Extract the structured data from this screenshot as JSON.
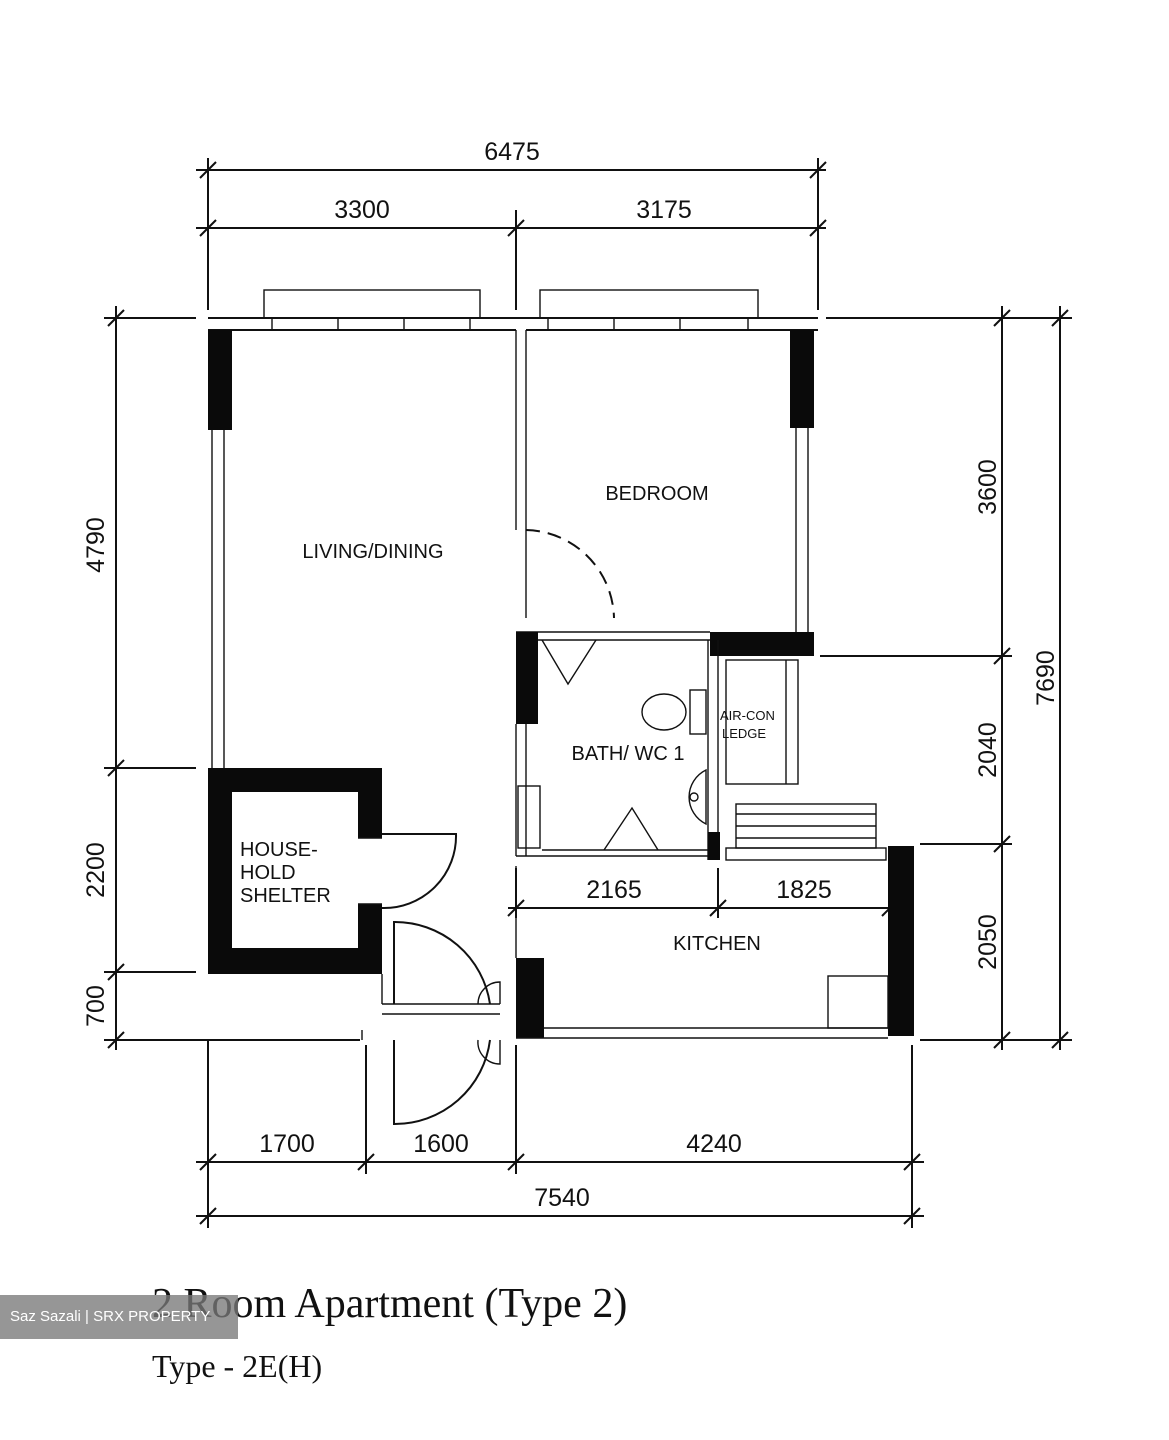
{
  "plan": {
    "dimensions": {
      "top_total": "6475",
      "top_left": "3300",
      "top_right": "3175",
      "left_upper": "4790",
      "left_middle": "2200",
      "left_lower": "700",
      "right_inner_top": "3600",
      "right_inner_middle": "2040",
      "right_inner_bottom": "2050",
      "right_total": "7690",
      "interior_left": "2165",
      "interior_right": "1825",
      "bottom_a": "1700",
      "bottom_b": "1600",
      "bottom_c": "4240",
      "bottom_total": "7540"
    },
    "rooms": {
      "living": "LIVING/DINING",
      "bedroom": "BEDROOM",
      "bath": "BATH/ WC 1",
      "aircon_line1": "AIR-CON",
      "aircon_line2": "LEDGE",
      "shelter_line1": "HOUSE-",
      "shelter_line2": "HOLD",
      "shelter_line3": "SHELTER",
      "kitchen": "KITCHEN"
    }
  },
  "caption": {
    "title": "2 Room Apartment (Type 2)",
    "subtitle": "Type - 2E(H)"
  },
  "watermark": "Saz Sazali | SRX PROPERTY"
}
